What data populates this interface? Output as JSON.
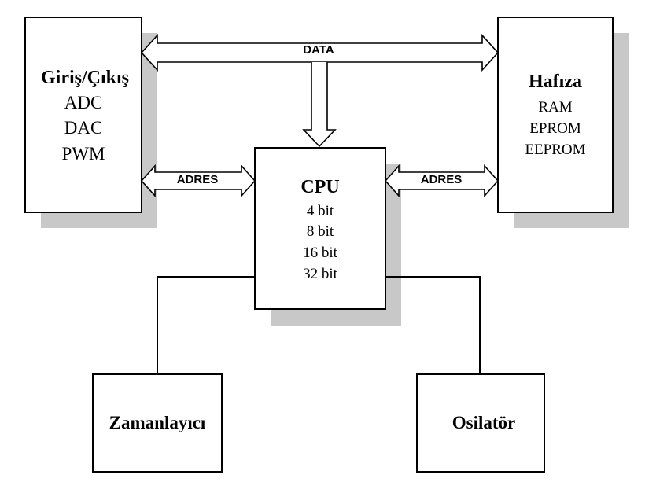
{
  "blocks": {
    "io": {
      "title": "Giriş/Çıkış",
      "items": [
        "ADC",
        "DAC",
        "PWM"
      ]
    },
    "memory": {
      "title": "Hafıza",
      "items": [
        "RAM",
        "EPROM",
        "EEPROM"
      ]
    },
    "cpu": {
      "title": "CPU",
      "items": [
        "4 bit",
        "8 bit",
        "16 bit",
        "32 bit"
      ]
    },
    "timer": {
      "title": "Zamanlayıcı"
    },
    "oscillator": {
      "title": "Osilatör"
    }
  },
  "buses": {
    "data": "DATA",
    "address_left": "ADRES",
    "address_right": "ADRES"
  },
  "colors": {
    "line": "#000000",
    "shadow": "#c8c8c8",
    "fill": "#ffffff"
  }
}
